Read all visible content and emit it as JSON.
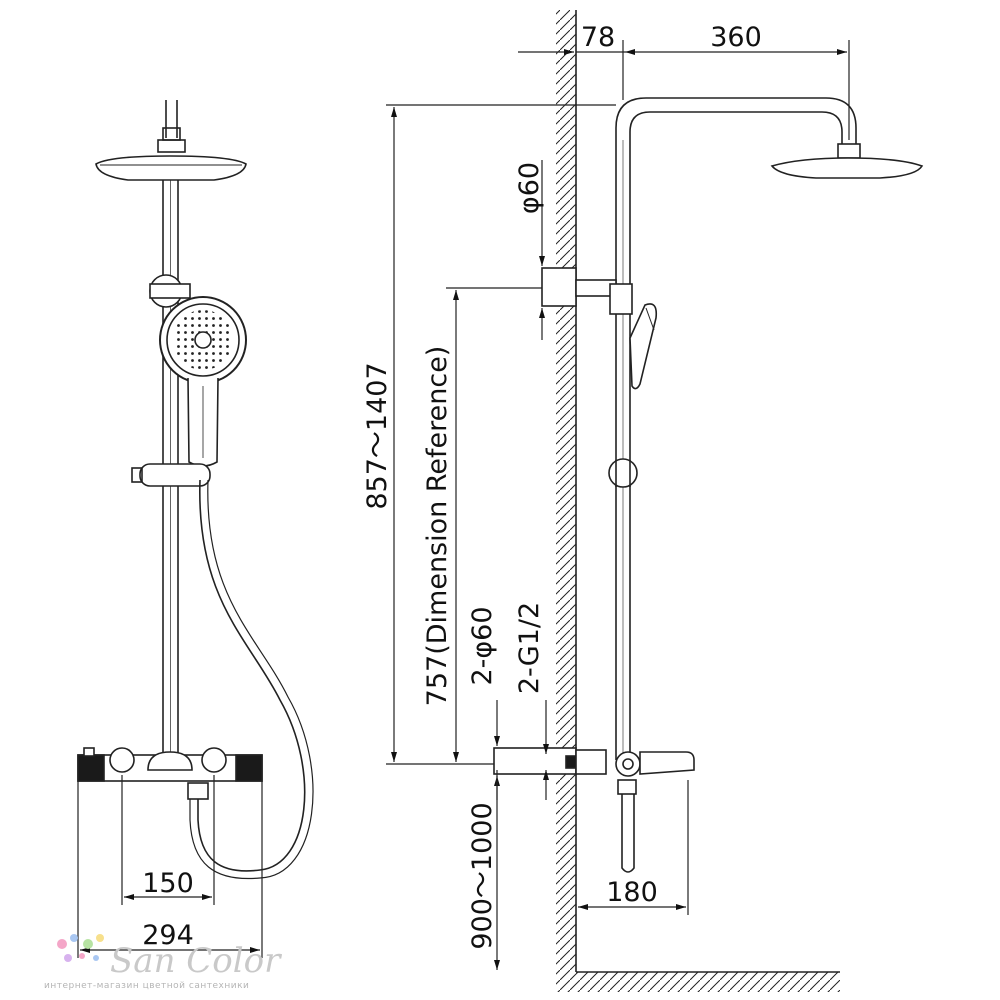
{
  "dimensions": {
    "wall_offset": "78",
    "arm_reach": "360",
    "inlet_diameter_top": "φ60",
    "overall_height_range": "857～1407",
    "reference_height": "757(Dimension Reference)",
    "inlet_diameter_pair": "2-φ60",
    "inlet_thread": "2-G1/2",
    "mount_height_range": "900～1000",
    "spout_projection": "180",
    "inlet_spacing": "150",
    "mixer_width": "294"
  },
  "watermark": {
    "brand": "San Color",
    "tagline": "интернет-магазин цветной сантехники",
    "dot_colors": [
      "#f4a6c8",
      "#a9c7f2",
      "#b7e3a3",
      "#f7e08c",
      "#d7b2ee"
    ]
  }
}
